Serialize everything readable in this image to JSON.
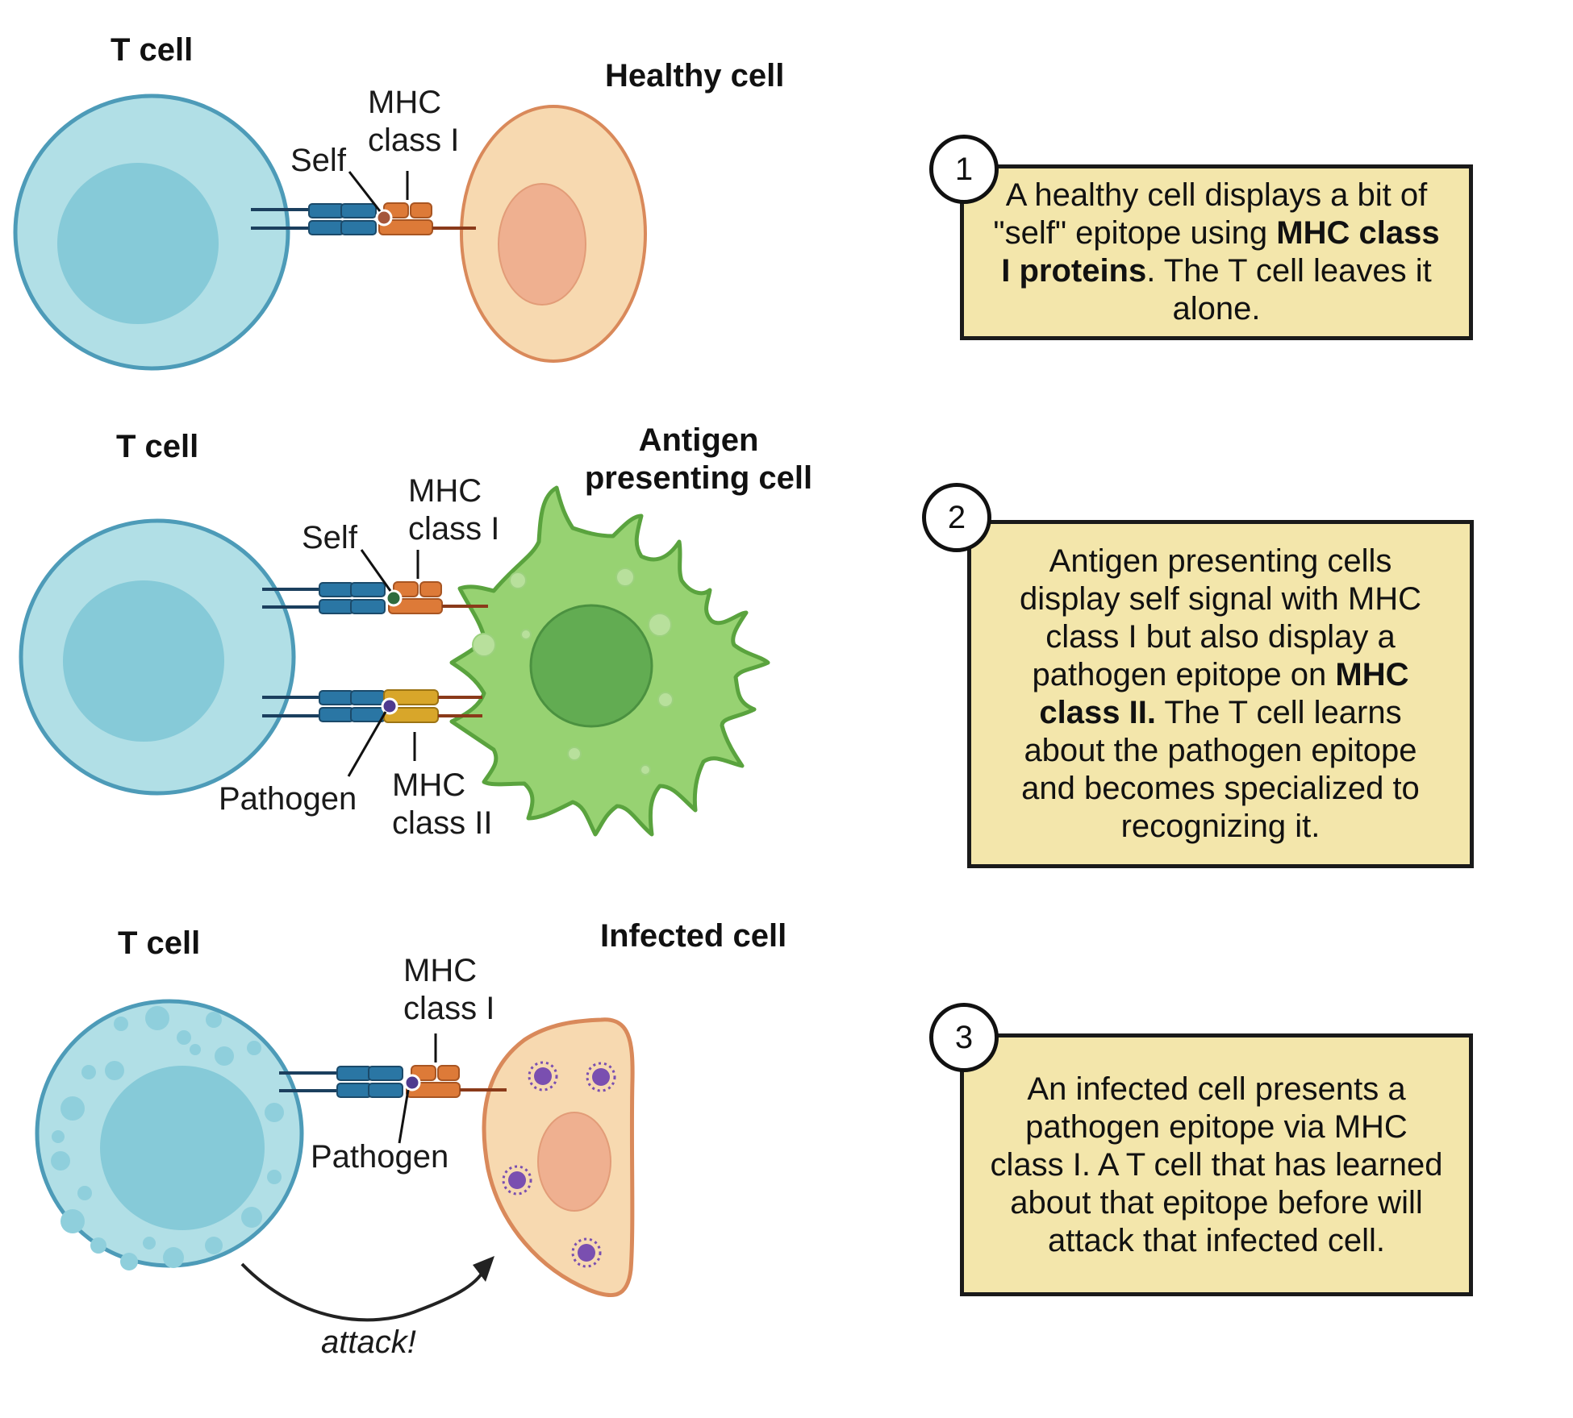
{
  "panels": [
    {
      "tcell_title": "T cell",
      "target_title": "Healthy cell",
      "labels": {
        "self": "Self",
        "mhc1_line1": "MHC",
        "mhc1_line2": "class I"
      },
      "step_number": "1",
      "text_a": "A healthy cell displays a bit of \"self\" epitope using ",
      "text_bold": "MHC class I proteins",
      "text_b": ". The T cell leaves it alone."
    },
    {
      "tcell_title": "T cell",
      "target_title_line1": "Antigen",
      "target_title_line2": "presenting cell",
      "labels": {
        "self": "Self",
        "mhc1_line1": "MHC",
        "mhc1_line2": "class I",
        "pathogen": "Pathogen",
        "mhc2_line1": "MHC",
        "mhc2_line2": "class II"
      },
      "step_number": "2",
      "text_a": "Antigen presenting cells display self signal with MHC class I but also display a pathogen epitope on ",
      "text_bold": "MHC class II.",
      "text_b": " The T cell learns about the pathogen epitope and becomes specialized to recognizing it."
    },
    {
      "tcell_title": "T cell",
      "target_title": "Infected cell",
      "labels": {
        "mhc1_line1": "MHC",
        "mhc1_line2": "class I",
        "pathogen": "Pathogen",
        "attack": "attack!"
      },
      "step_number": "3",
      "text": "An infected cell presents a pathogen epitope via MHC class I. A T cell that has learned about that epitope before will attack that infected cell."
    }
  ],
  "colors": {
    "tcell_fill": "#b1dfe6",
    "tcell_stroke": "#4d9bb8",
    "tcell_nucleus": "#86cad8",
    "healthy_fill": "#f7d9b0",
    "healthy_stroke": "#d9895a",
    "healthy_nucleus": "#efb090",
    "apc_fill": "#97d272",
    "apc_stroke": "#5aa33e",
    "apc_nucleus": "#62ac52",
    "receptor": "#2a76a4",
    "mhc1": "#dd7a38",
    "mhc2": "#d8a62a",
    "virus": "#7a4fb0",
    "box_fill": "#f3e6ab"
  }
}
